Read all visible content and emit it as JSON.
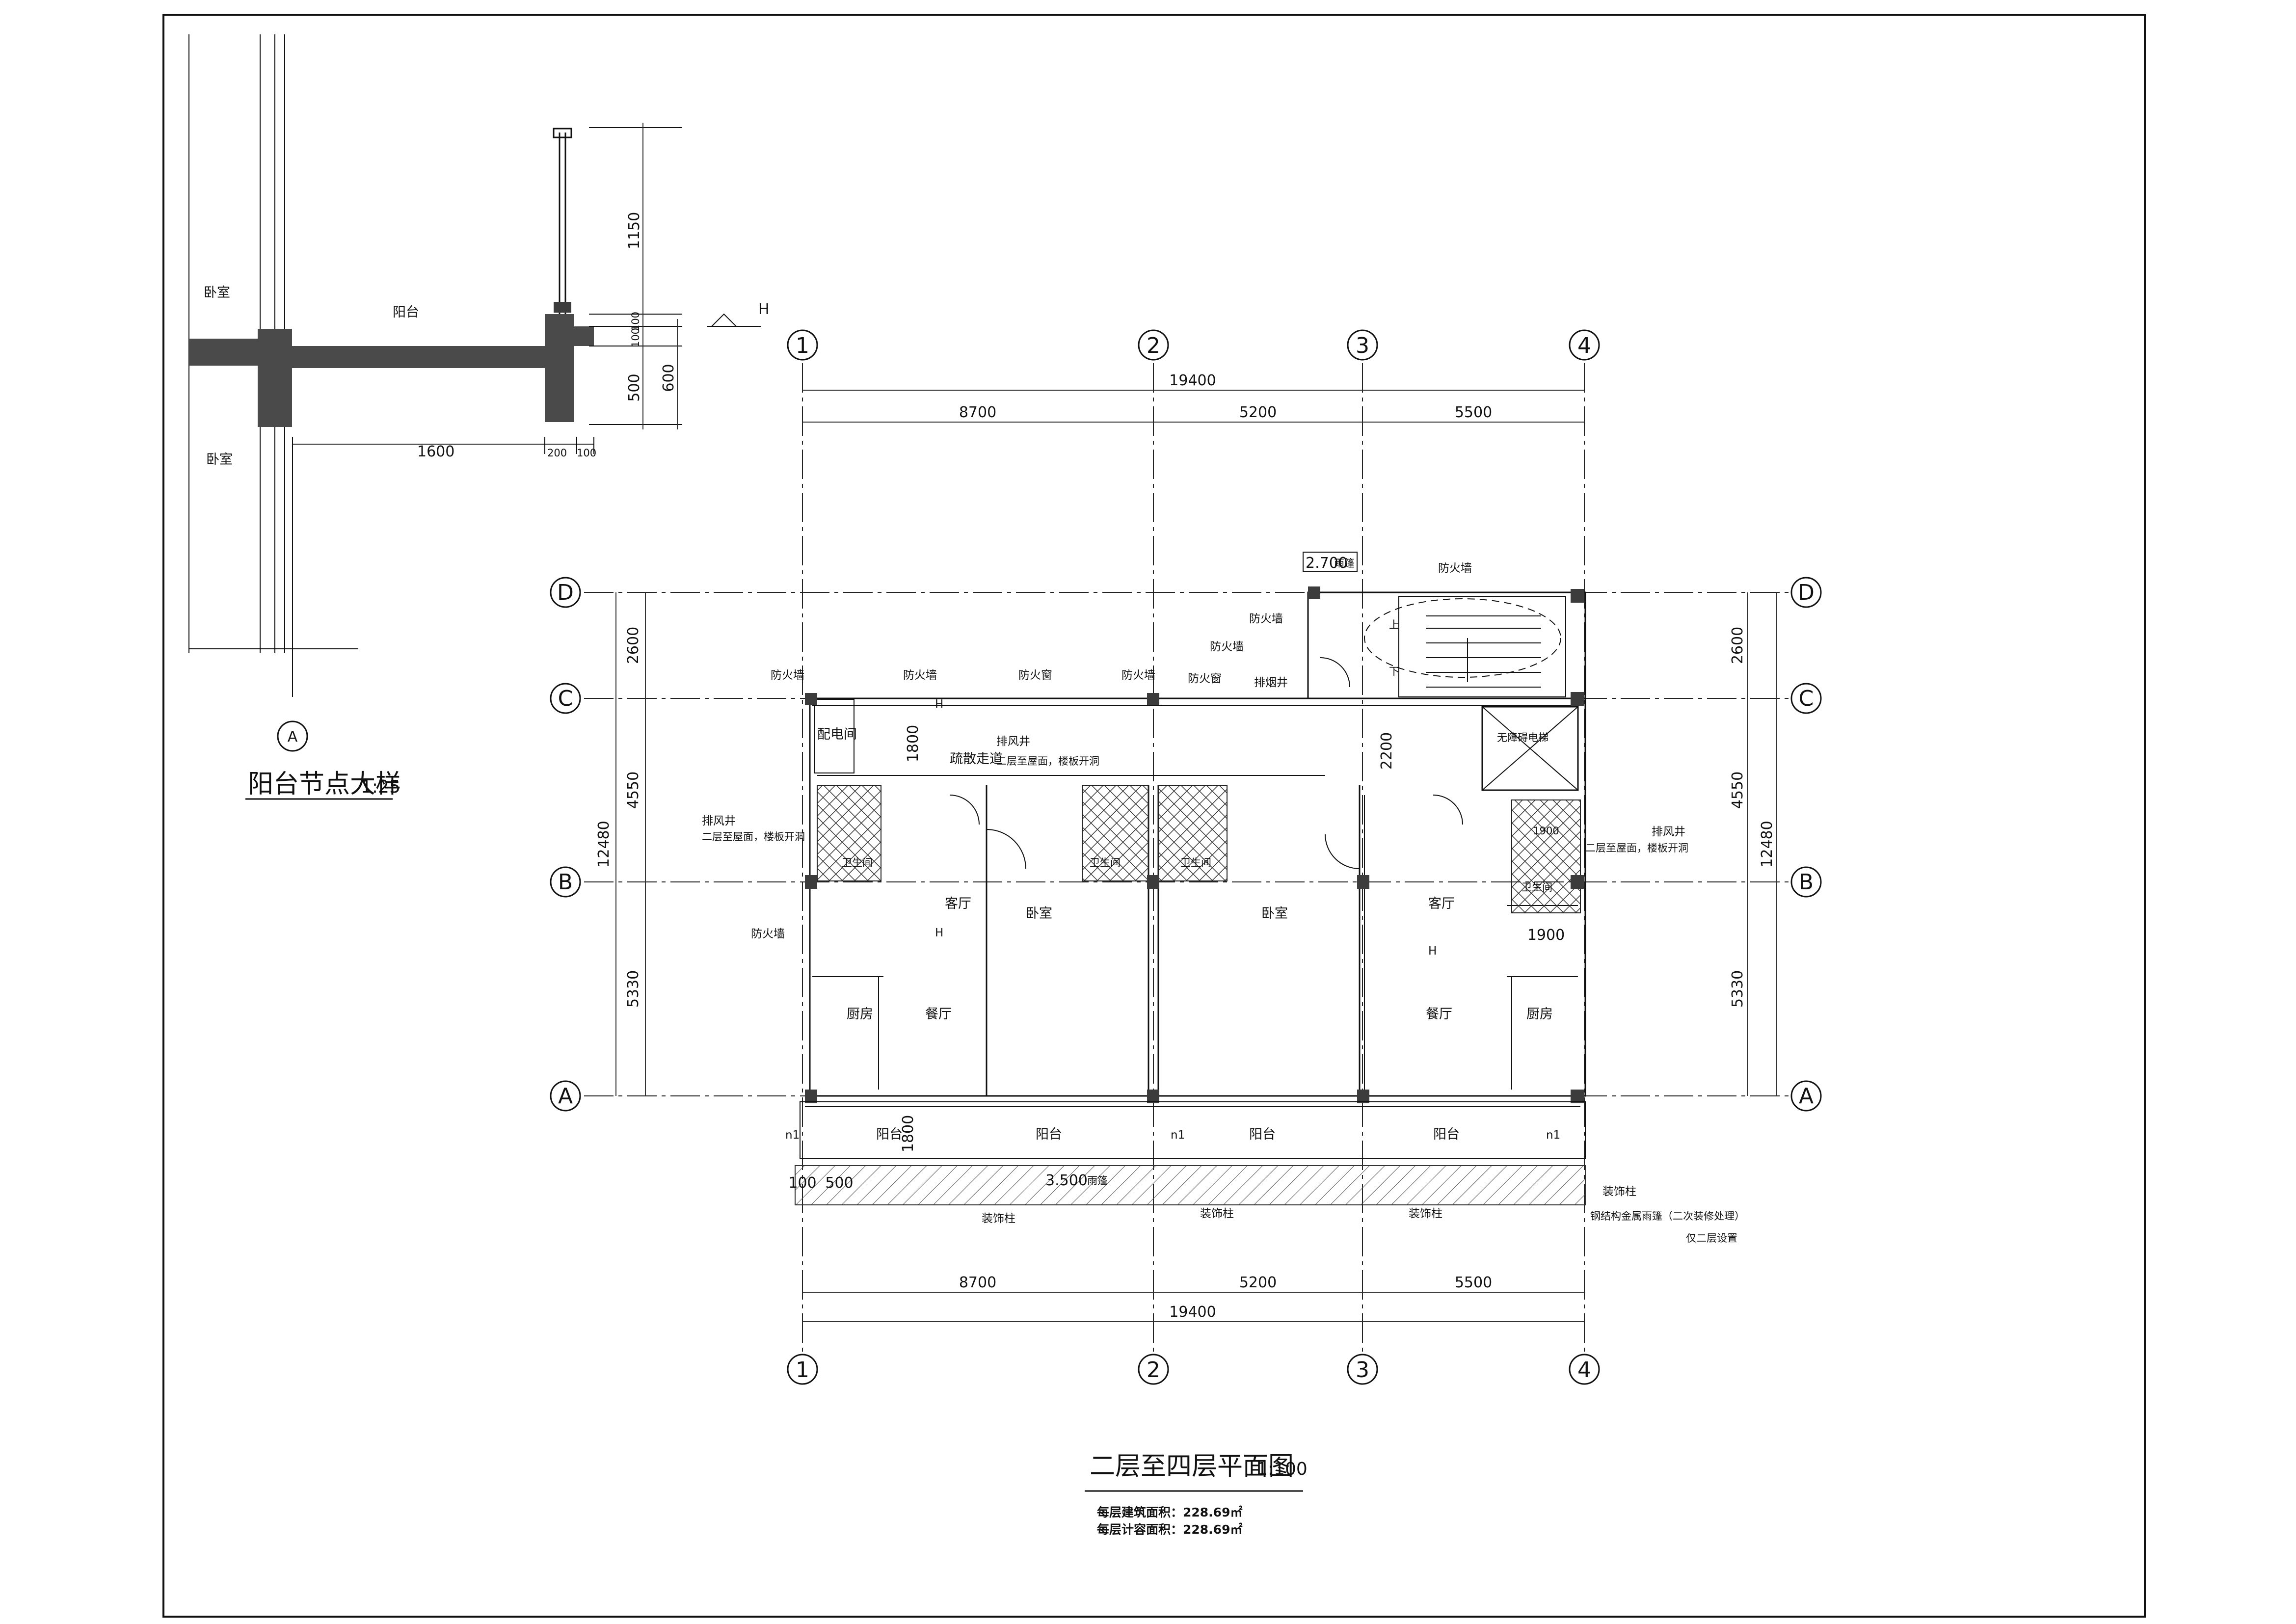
{
  "detail": {
    "title": "阳台节点大样",
    "scale": "1:25",
    "room_labels": [
      "卧室",
      "卧室"
    ],
    "balcony_label": "阳台",
    "level_mark": "H",
    "axis": "A",
    "dims_vertical": [
      "1150",
      "100",
      "100",
      "500",
      "600"
    ],
    "dims_horizontal": [
      "1600",
      "200",
      "100"
    ]
  },
  "plan": {
    "title": "二层至四层平面图",
    "scale": "1:100",
    "area_building": "每层建筑面积：228.69㎡",
    "area_counted": "每层计容面积：228.69㎡",
    "axes_numbers": [
      "1",
      "2",
      "3",
      "4"
    ],
    "axes_letters": [
      "D",
      "C",
      "B",
      "A"
    ],
    "dims_total": "19400",
    "dims_spans": [
      "8700",
      "5200",
      "5500"
    ],
    "dims_rows": [
      "2600",
      "4550",
      "5330"
    ],
    "dims_rows_total": "12480",
    "dims_misc": [
      "1800",
      "2200",
      "1900",
      "1900",
      "1800",
      "100",
      "500"
    ],
    "levels": {
      "rain_canopy": "2.700",
      "rain_canopy_tag": "雨篷",
      "canopy2": "3.500",
      "canopy2_tag": "雨篷"
    },
    "rooms": {
      "distribution": "配电间",
      "corridor": "疏散走道",
      "living_left": "客厅",
      "living_right": "客厅",
      "bedroom_left": "卧室",
      "bedroom_right": "卧室",
      "dining_left": "餐厅",
      "dining_right": "餐厅",
      "kitchen_left": "厨房",
      "kitchen_right": "厨房",
      "bath": "卫生间",
      "elevator": "无障碍电梯",
      "balcony": "阳台",
      "stair_up": "上",
      "stair_down": "下"
    },
    "notes": {
      "fire_wall": "防火墙",
      "fire_window": "防火窗",
      "smoke_shaft": "排烟井",
      "vent_shaft": "排风井",
      "vent_note": "二层至屋面，楼板开洞",
      "deco_column": "装饰柱",
      "steel_canopy": "钢结构金属雨篷（二次装修处理）",
      "second_floor_only": "仅二层设置",
      "window_tag": "n1",
      "h_mark": "H"
    }
  }
}
